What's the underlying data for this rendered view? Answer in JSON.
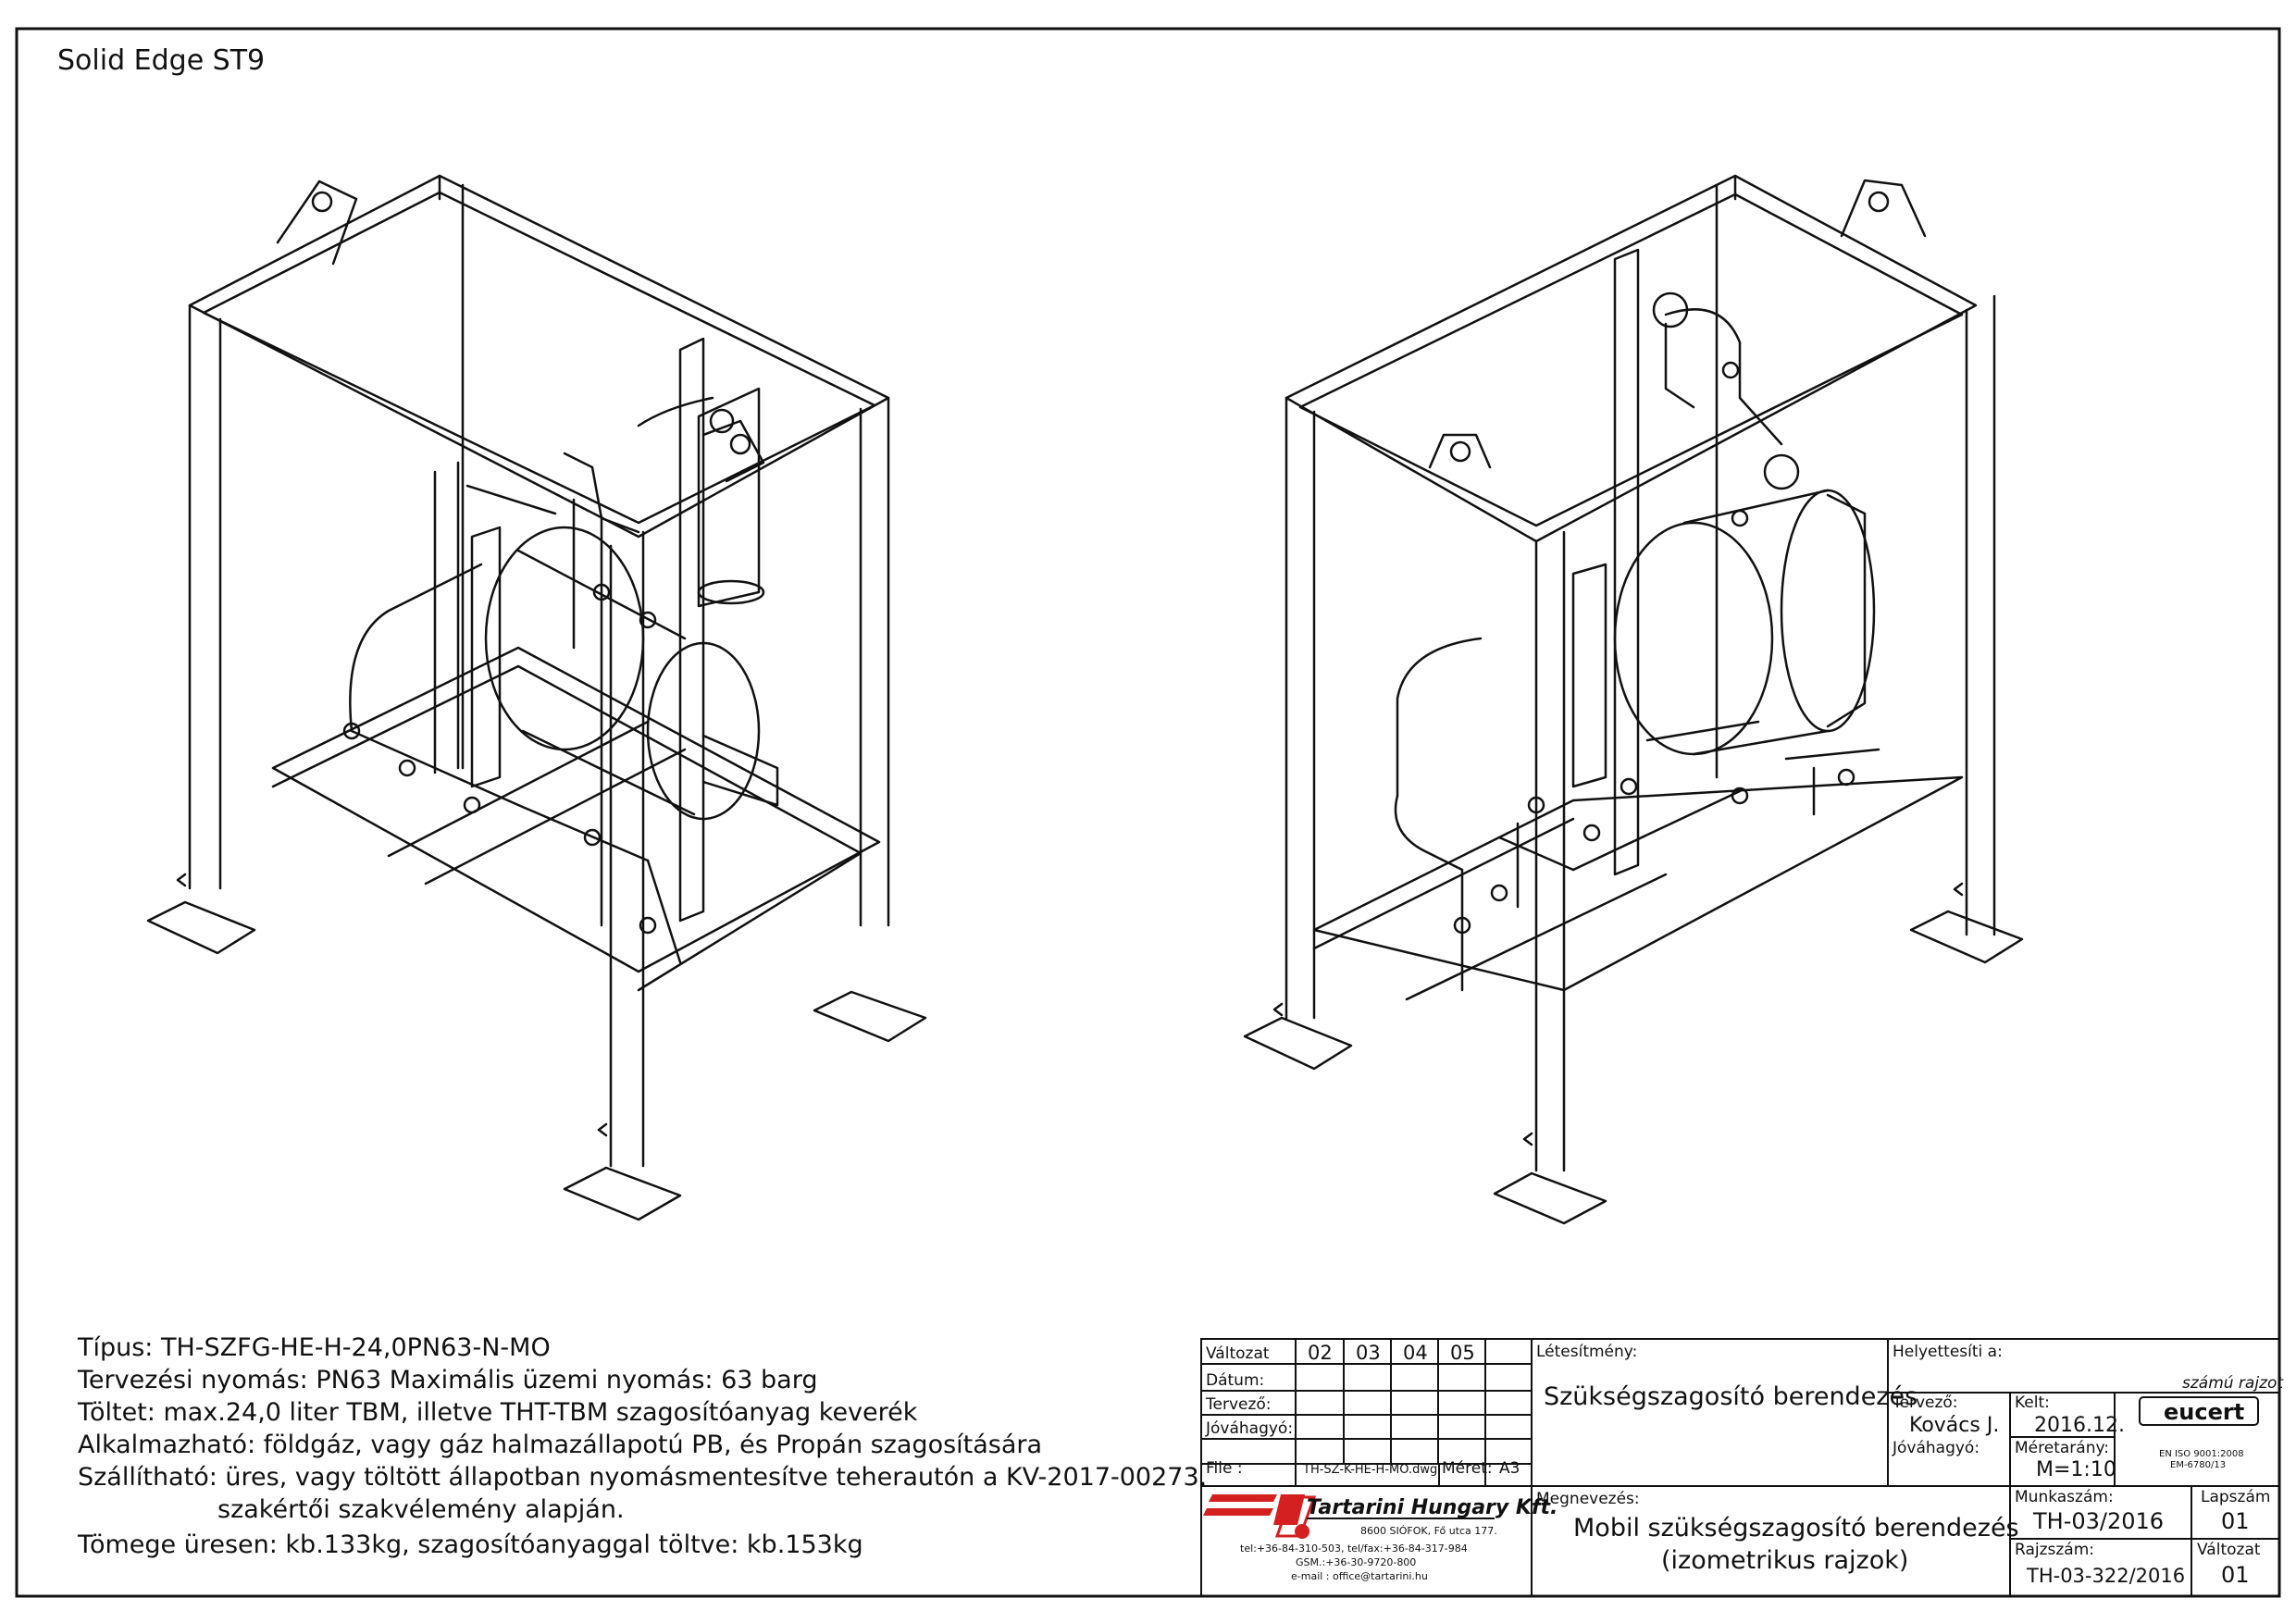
{
  "header": {
    "software": "Solid Edge  ST9"
  },
  "specs": [
    "Típus:  TH-SZFG-HE-H-24,0PN63-N-MO",
    "Tervezési nyomás: PN63     Maximális üzemi nyomás: 63 barg",
    "Töltet: max.24,0 liter TBM, illetve THT-TBM szagosítóanyag keverék",
    "Alkalmazható:  földgáz, vagy gáz halmazállapotú PB, és Propán szagosítására",
    "Szállítható: üres, vagy töltött állapotban nyomásmentesítve teherautón a KV-2017-00273.",
    "                szakértői szakvélemény alapján.",
    "Tömege üresen: kb.133kg, szagosítóanyaggal töltve: kb.153kg"
  ],
  "title_block": {
    "revision_label": "Változat",
    "revisions": [
      "02",
      "03",
      "04",
      "05"
    ],
    "date_label": "Dátum:",
    "designer_label_small": "Tervező:",
    "approver_label_small": "Jóváhagyó:",
    "file_label": "File :",
    "file_value": "TH-SZ-K-HE-H-MO.dwg",
    "size_label": "Méret:",
    "size_value": "A3",
    "facility_label": "Létesítmény:",
    "facility_value": "Szükségszagosító berendezés",
    "replaces_label": "Helyettesíti a:",
    "drawing_no_suffix": "számú rajzot",
    "designer_label": "Tervező:",
    "designer_value": "Kovács J.",
    "date2_label": "Kelt:",
    "date2_value": "2016.12.",
    "approver_label": "Jóváhagyó:",
    "scale_label": "Méretarány:",
    "scale_value": "M=1:10",
    "cert_logo": "eucert",
    "cert_line1": "EN ISO 9001:2008",
    "cert_line2": "EM-6780/13",
    "name_label": "Megnevezés:",
    "name_value1": "Mobil szükségszagosító berendezés",
    "name_value2": "(izometrikus rajzok)",
    "job_label": "Munkaszám:",
    "job_value": "TH-03/2016",
    "sheet_label": "Lapszám",
    "sheet_value": "01",
    "drawing_label": "Rajzszám:",
    "drawing_value": "TH-03-322/2016",
    "version_label": "Változat",
    "version_value": "01"
  },
  "company": {
    "name": "Tartarini Hungary Kft.",
    "address": "8600 SIÓFOK, Fő utca 177.",
    "tel": "tel:+36-84-310-503, tel/fax:+36-84-317-984",
    "gsm": "GSM.:+36-30-9720-800",
    "email": "e-mail : office@tartarini.hu"
  }
}
